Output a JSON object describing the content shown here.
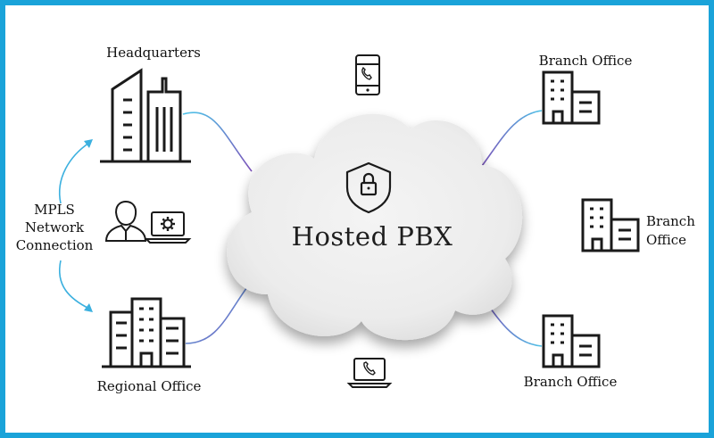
{
  "diagram": {
    "center_label": "Hosted PBX",
    "left_label": {
      "line1": "MPLS",
      "line2": "Network",
      "line3": "Connection"
    },
    "nodes": {
      "headquarters": "Headquarters",
      "regional_office": "Regional Office",
      "branch_top": "Branch Office",
      "branch_middle_line1": "Branch",
      "branch_middle_line2": "Office",
      "branch_bottom": "Branch Office"
    },
    "icons": [
      "mobile-phone-icon",
      "laptop-phone-icon",
      "shield-lock-icon",
      "user-icon",
      "laptop-gear-icon",
      "building-icon"
    ]
  },
  "colors": {
    "border": "#1aa3d9",
    "connector_start": "#4fc3e8",
    "connector_end": "#7b4fb8",
    "arrow": "#3bb0df",
    "cloud": "#efefef"
  }
}
